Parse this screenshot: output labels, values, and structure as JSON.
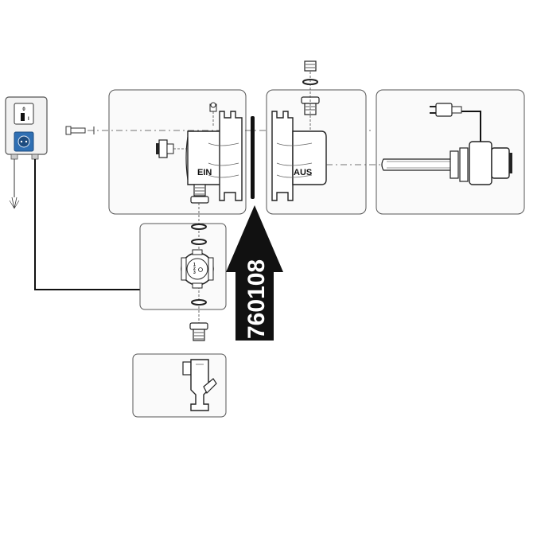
{
  "labels": {
    "inlet": "EIN",
    "outlet": "AUS",
    "part_number": "760108",
    "switch_off": "0",
    "switch_on": "I",
    "pump_speeds": "1\n2\n3"
  },
  "colors": {
    "line": "#222222",
    "panel_border": "#555555",
    "socket_blue": "#2f6fb3",
    "arrow": "#111111"
  }
}
